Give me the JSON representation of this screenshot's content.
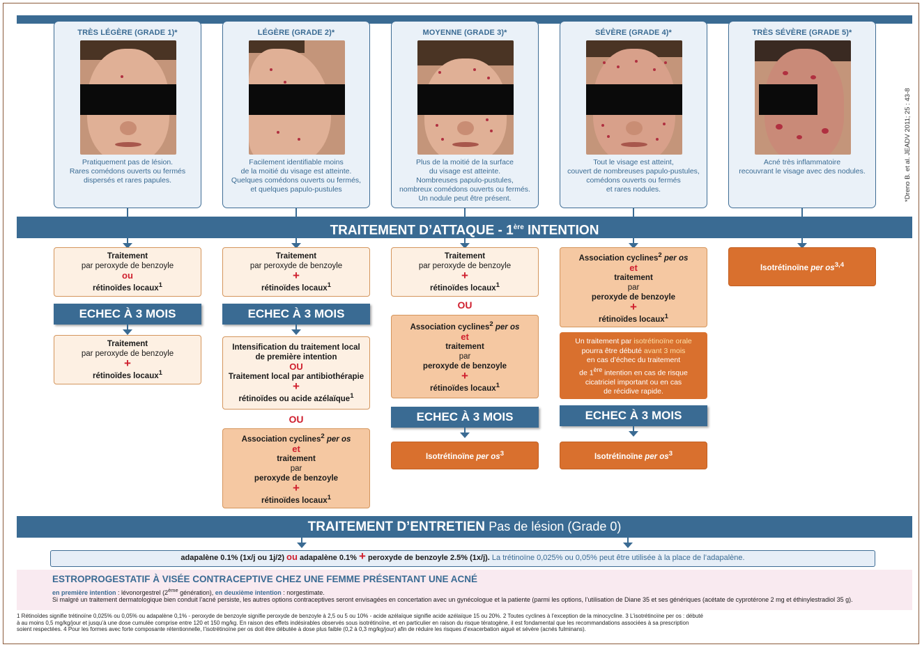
{
  "grades": [
    {
      "title": "TRÈS LÉGÈRE (GRADE 1)*",
      "desc": [
        "Pratiquement pas de lésion.",
        "Rares comédons ouverts ou fermés",
        "dispersés et rares papules."
      ]
    },
    {
      "title": "LÉGÈRE (GRADE 2)*",
      "desc": [
        "Facilement identifiable moins",
        "de la moitié du visage est atteinte.",
        "Quelques comédons ouverts ou fermés,",
        "et quelques papulo-pustules"
      ]
    },
    {
      "title": "MOYENNE (GRADE 3)*",
      "desc": [
        "Plus de la moitié de la surface",
        "du visage est atteinte.",
        "Nombreuses papulo-pustules,",
        "nombreux comédons ouverts ou fermés.",
        "Un nodule peut être présent."
      ]
    },
    {
      "title": "SÉVÈRE (GRADE 4)*",
      "desc": [
        "Tout le visage est atteint,",
        "couvert de nombreuses papulo-pustules,",
        "comédons ouverts ou fermés",
        "et rares nodules."
      ]
    },
    {
      "title": "TRÈS SÉVÈRE (GRADE 5)*",
      "desc": [
        "Acné très inflammatoire",
        "recouvrant le visage avec des nodules."
      ]
    }
  ],
  "citation": "*Dreno B. et al. JEADV 2011; 25 : 43-8",
  "attaque": {
    "title": "TRAITEMENT D’ATTAQUE - 1",
    "sup": "ère",
    "title_end": " INTENTION"
  },
  "echec": "ECHEC À 3 MOIS",
  "ou": "OU",
  "red_ou": "ou",
  "red_et": "et",
  "plus": "+",
  "txt": {
    "traitement": "Traitement",
    "traitement_lc": "traitement",
    "par": "par",
    "par_peroxyde": "par peroxyde de benzoyle",
    "peroxyde": "peroxyde de benzoyle",
    "retinoides": "rétinoïdes locaux",
    "sup1": "1",
    "sup2": "2",
    "assoc": "Association cyclines",
    "per_os": "per os",
    "isotret": "Isotrétinoïne",
    "sup3": "3",
    "sup34": "3,4",
    "intensif1": "Intensification du traitement local",
    "intensif2": "de première intention",
    "local_antibio": "Traitement local par antibiothérapie",
    "retino_azel": "rétinoïdes ou acide azélaïque"
  },
  "isonote": {
    "l1a": "Un traitement par ",
    "l1b": "isotrétinoïne orale",
    "l2": "pourra être débuté ",
    "l2b": "avant 3 mois",
    "l3": "en cas d’échec du traitement",
    "l4a": "de 1",
    "l4sup": "ère",
    "l4b": " intention en cas de risque",
    "l5": "cicatriciel important ou en cas",
    "l6": "de récidive rapide."
  },
  "entretien": {
    "title": "TRAITEMENT D’ENTRETIEN",
    "sub": "Pas de lésion (Grade 0)",
    "a": "adapalène 0.1% (1x/j ou 1j/2)",
    "ou": "ou",
    "b": "adapalène 0.1%",
    "plus": "+",
    "c": "peroxyde de benzoyle 2.5% (1x/j).",
    "d": "La trétinoïne 0,025% ou 0,05% peut être utilisée à la place de l’adapalène."
  },
  "estro": {
    "title": "ESTROPROGESTATIF À VISÉE CONTRACEPTIVE CHEZ UNE FEMME PRÉSENTANT UNE ACNÉ",
    "l1_a": "en première intention",
    "l1_b": " : lévonorgestrel (2",
    "l1_sup": "ème",
    "l1_c": " génération), ",
    "l1_d": "en deuxième intention",
    "l1_e": " : norgestimate.",
    "l2": "Si malgré un traitement dermatologique bien conduit l’acné persiste, les autres options contraceptives seront envisagées en concertation avec un gynécologue et la patiente (parmi les options, l’utilisation de Diane 35 et ses génériques (acétate de cyprotérone 2 mg et éthinylestradiol 35 g)."
  },
  "footnotes": [
    "1 Rétinoïdes signifie trétinoïne 0,025% ou 0,05% ou adapalène 0,1% - peroxyde de benzoyle signifie peroxyde de benzoyle à 2,5 ou 5 ou 10% - acide azélaïque signifie acide azélaïque 15 ou 20%. 2 Toutes cyclines à l’exception de la minocycline. 3 L’isotrétinoïne per os : débuté",
    "à au moins 0,5 mg/kg/jour et jusqu’à une dose cumulée comprise entre 120 et 150 mg/kg. En raison des effets indésirables observés sous isotrétinoïne, et en particulier en raison du risque tératogène, il est fondamental que les recommandations associées à sa prescription",
    "soient respectées. 4 Pour les formes avec forte composante rétentionnelle, l’isotrétinoïne per os doit être débutée à dose plus faible (0,2 à 0,3 mg/kg/jour) afin de réduire les risques d’exacerbation aiguë et sévère (acnés fulminans)."
  ]
}
